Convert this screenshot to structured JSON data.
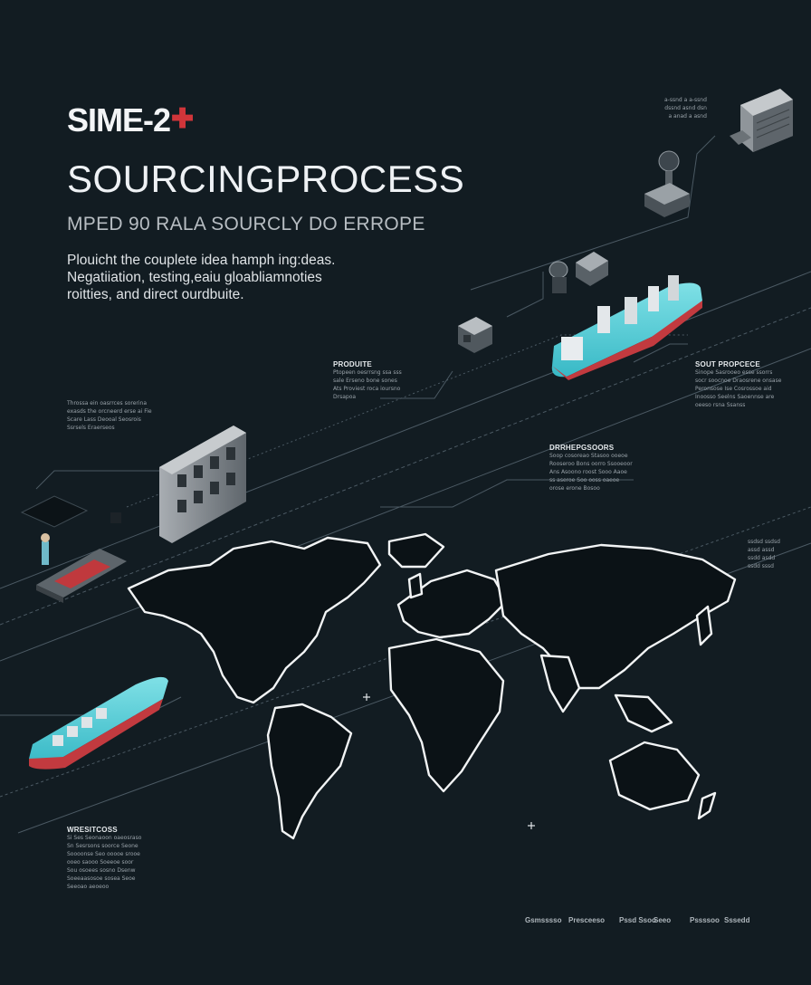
{
  "brand": {
    "name": "SIME-2",
    "mark": "✚"
  },
  "title": "SOURCINGPROCESS",
  "subtitle": "MPED 90 RALA SOURCLY DO ERROPE",
  "intro": [
    "Plouicht the couplete idea hamph ing:deas.",
    "Negatiiation, testing,eaiu gloabliamnoties",
    "roitties, and direct ourdbuite."
  ],
  "labels": {
    "top_right": {
      "lines": [
        "a-ssnd a a-ssnd",
        "dssnd asnd dsn",
        "a anad a asnd"
      ]
    },
    "produce": {
      "head": "PRODUITE",
      "lines": [
        "Ptopeen oesrrsng ssa sss",
        "sale Erseno bone sones",
        "Ats Proviest roca ioursno",
        "Drsapoa"
      ]
    },
    "left": {
      "lines": [
        "Throssa ein oasrrces sorerina",
        "exasds the orcneerd erse ai Fie",
        "Scare Lass Deooal Seosrois",
        "Ssrsels Eraerseos"
      ]
    },
    "right": {
      "head": "SOUT PROPCECE",
      "lines": [
        "Sinope Sasrooeo esse ssorrs",
        "socr soocnoe Draosrene onsase",
        "Peronsose Ise Cosrossoe aid",
        "Inoosso Seelns Saoennse are",
        "oeeso rsna Ssanss"
      ]
    },
    "mid": {
      "head": "DRRHEPGSOORS",
      "lines": [
        "Soop cosoreao Stasoo ooeoe",
        "Rooseroo Bons oorro Ssooeoor",
        "Ans Asoono roost Sooo Aaoe",
        "ss aseroe Soo ooss oaeoe",
        "orose erone Bosoo"
      ]
    },
    "far_right": {
      "lines": [
        "ssdsd ssdsd",
        "assd assd",
        "ssdd asdd",
        "ssdd sssd"
      ]
    },
    "bottom": {
      "head": "WRESITCOSS",
      "lines": [
        "Si Ses Seonaoon oaeosraso",
        "Sn Sesrsons soorce Seone",
        "Soooonse Seo ooooe srooe",
        "ooeo saooo Soeeoe soor",
        "Sou osoees sosno Dsenw",
        "Soeeaasosoe sosea Seoe",
        "Seeoao aeoeoo"
      ]
    }
  },
  "footer": [
    "Gsmsssso",
    "Presceeso",
    "Pssd Ssoo",
    "Seeo",
    "Pssssoo",
    "Sssedd"
  ]
}
